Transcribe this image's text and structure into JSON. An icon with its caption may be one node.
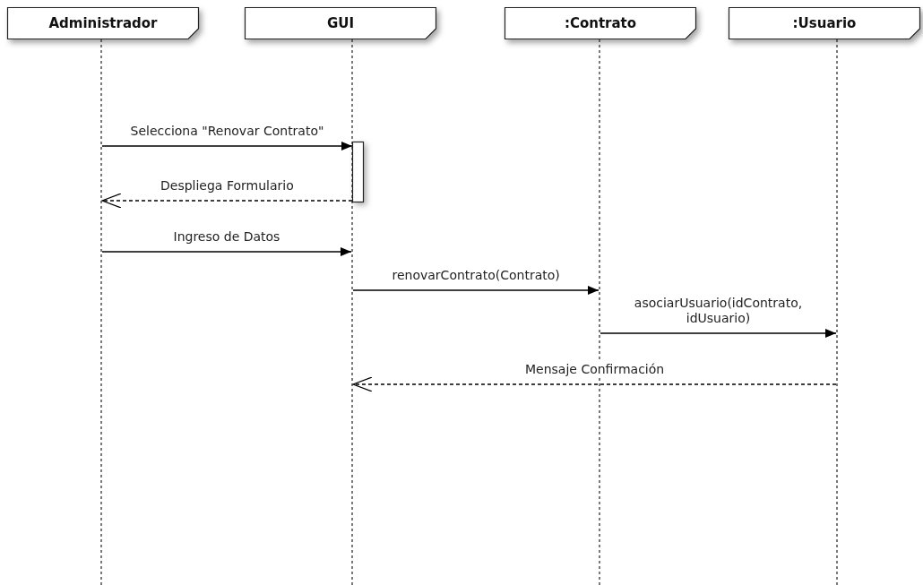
{
  "diagram": {
    "nodes": [
      {
        "text": [
          "Administrador"
        ]
      },
      {
        "text": [
          "GUI"
        ]
      },
      {
        "text": [
          ":Contrato"
        ]
      },
      {
        "text": [
          ":Usuario"
        ]
      },
      {
        "text": [],
        "shape": "line"
      },
      {
        "text": [],
        "shape": "line"
      },
      {
        "text": [],
        "shape": "line"
      },
      {
        "text": [],
        "shape": "line"
      },
      {
        "text": [],
        "shape": "bar"
      }
    ],
    "edges": [
      {
        "from": 4,
        "to": 8,
        "arrow": "to",
        "label": "Selecciona \"Renovar Contrato\""
      },
      {
        "from": 8,
        "to": 4,
        "arrow": "to",
        "label": "Despliega Formulario",
        "style": "dashed"
      },
      {
        "from": 4,
        "to": 5,
        "arrow": "to",
        "label": "Ingreso de Datos"
      },
      {
        "from": 5,
        "to": 6,
        "arrow": "to",
        "label": "renovarContrato(Contrato)"
      },
      {
        "from": 6,
        "to": 7,
        "arrow": "to",
        "label": "asociarUsuario(idContrato, idUsuario)"
      },
      {
        "from": 7,
        "to": 5,
        "arrow": "to",
        "label": "Mensaje Confirmación",
        "style": "dashed"
      }
    ]
  }
}
